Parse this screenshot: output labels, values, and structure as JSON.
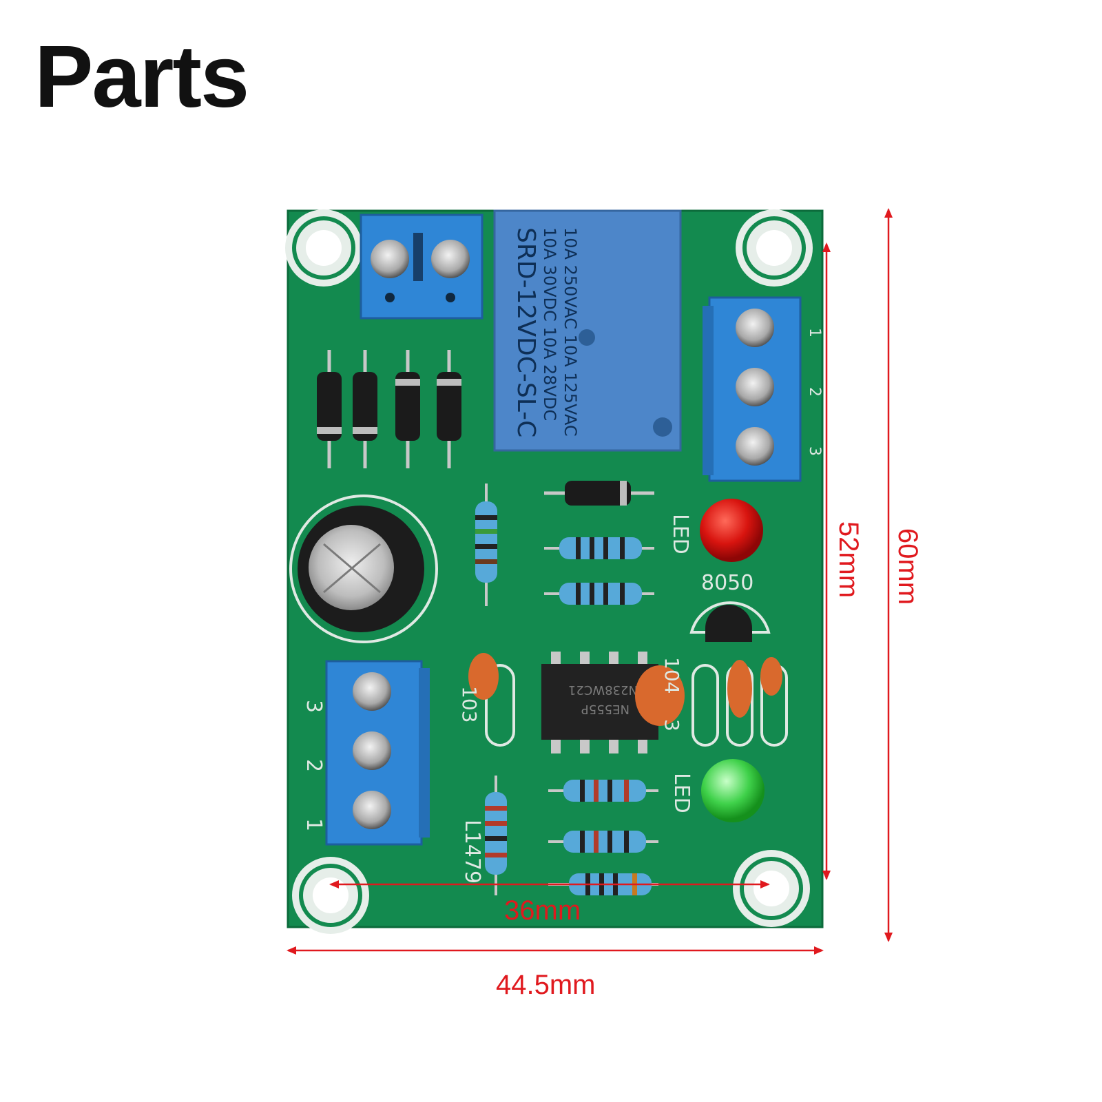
{
  "title": "Parts",
  "colors": {
    "pcb": "#138a4f",
    "pcb_light": "#1b9a5c",
    "dimension": "#e0191e",
    "terminal": "#2f86d6",
    "relay": "#4d86c9"
  },
  "relay": {
    "line1": "10A 250VAC  10A 125VAC",
    "line2": "10A  30VDC  10A  28VDC",
    "line3": "SRD-12VDC-SL-C"
  },
  "silkscreen": {
    "transistor_label": "8050",
    "led_label_top": "LED",
    "led_label_bottom": "LED",
    "cap_label_left": "103",
    "cap_label_mid": "104",
    "cap_label_x3": "3",
    "resistor_label": "L1479",
    "terminal_right_pins": [
      "1",
      "2",
      "3"
    ],
    "terminal_left_pins": [
      "3",
      "2",
      "1"
    ],
    "ic_marking_1": "NE555P",
    "ic_marking_2": "N238WC21"
  },
  "dimensions": {
    "hole_spacing": "36mm",
    "width": "44.5mm",
    "inner_height": "52mm",
    "height": "60mm"
  }
}
